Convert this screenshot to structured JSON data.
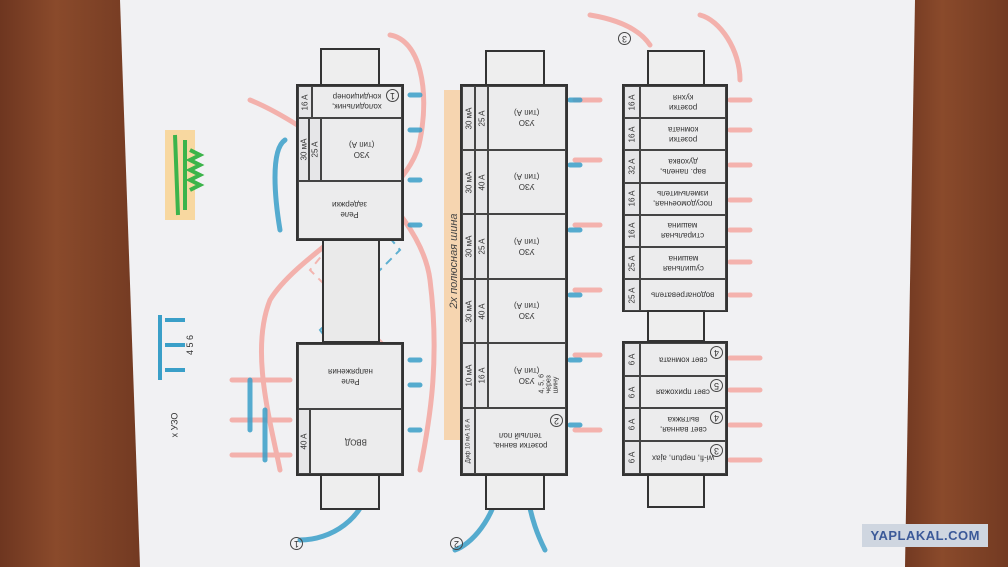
{
  "panel_1": {
    "number": "1",
    "top_module": {
      "amp": "16 A",
      "label": "холодильник,\nкондиционер",
      "circle": "1"
    },
    "rcd": {
      "ma": "30 мА",
      "amp": "25 A",
      "label": "УЗО\n(тип А)"
    },
    "delay_relay": {
      "label": "Реле\nзадержки"
    },
    "voltage_relay": {
      "label": "Реле\nнапряжения"
    },
    "input": {
      "amp": "40 A",
      "label": "ВВОД"
    }
  },
  "panel_2": {
    "number": "2",
    "bus_label": "2x полюсная шина",
    "rcds": [
      {
        "ma": "30 мА",
        "amp": "25 A",
        "label": "УЗО\n(тип А)"
      },
      {
        "ma": "30 мА",
        "amp": "40 A",
        "label": "УЗО\n(тип А)"
      },
      {
        "ma": "30 мА",
        "amp": "25 A",
        "label": "УЗО\n(тип А)"
      },
      {
        "ma": "30 мА",
        "amp": "40 A",
        "label": "УЗО\n(тип А)"
      },
      {
        "ma": "10 мА",
        "amp": "16 A",
        "label": "УЗО\n(тип А)",
        "note": "4, 5, 6\nчерез шину"
      }
    ],
    "difavt": {
      "ma": "Диф 10 мА 16 А",
      "label": "розетки ванна,\nтеплый пол",
      "circle": "2"
    }
  },
  "panel_3": {
    "number": "3",
    "breakers_top": [
      {
        "amp": "16 A",
        "label": "розетки\nкухня"
      },
      {
        "amp": "16 A",
        "label": "розетки\nкомната"
      },
      {
        "amp": "32 A",
        "label": "вар. панель,\nдуховка"
      },
      {
        "amp": "16 A",
        "label": "посудомоечная,\nизмельчитель"
      },
      {
        "amp": "16 A",
        "label": "стиральная\nмашина"
      },
      {
        "amp": "25 A",
        "label": "сушильная\nмашина"
      },
      {
        "amp": "25 A",
        "label": "водонагреватель"
      }
    ],
    "breakers_bottom": [
      {
        "amp": "6 A",
        "label": "свет комната",
        "circle": "4"
      },
      {
        "amp": "6 A",
        "label": "свет прихожая",
        "circle": "5"
      },
      {
        "amp": "6 A",
        "label": "свет ванная,\nвытяжка",
        "circle": "4"
      },
      {
        "amp": "6 A",
        "label": "wi-fi, neptun, ajax",
        "circle": "3"
      }
    ]
  },
  "sketch_notes": {
    "uzo": "x УЗО",
    "numbers": "4 5 6"
  },
  "watermark": "YAPLAKAL.COM",
  "colors": {
    "phase_wire": "#f4a7a0",
    "neutral_wire": "#3a9fc8",
    "bus": "#f8c890",
    "wood": "#7b3f24"
  }
}
